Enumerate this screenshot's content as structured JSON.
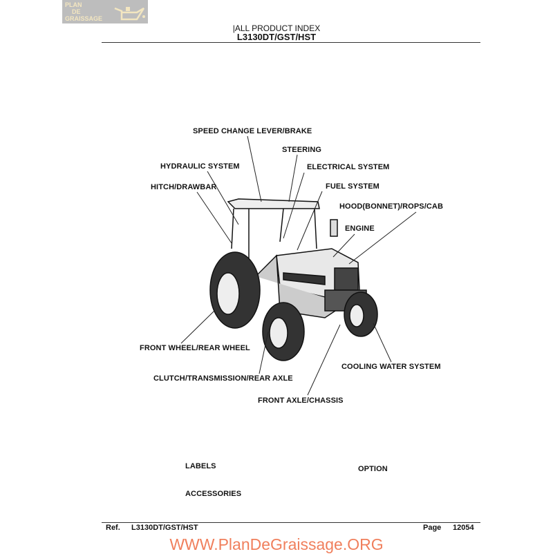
{
  "logo": {
    "line1": "PLAN",
    "line2": "DE",
    "line3": "GRAISSAGE"
  },
  "header": {
    "title": "|ALL PRODUCT INDEX",
    "model": "L3130DT/GST/HST"
  },
  "diagram": {
    "labels": {
      "speed_change": "SPEED CHANGE LEVER/BRAKE",
      "steering": "STEERING",
      "hydraulic": "HYDRAULIC SYSTEM",
      "electrical": "ELECTRICAL SYSTEM",
      "hitch": "HITCH/DRAWBAR",
      "fuel": "FUEL SYSTEM",
      "hood": "HOOD(BONNET)/ROPS/CAB",
      "engine": "ENGINE",
      "wheel": "FRONT WHEEL/REAR WHEEL",
      "cooling": "COOLING WATER SYSTEM",
      "clutch": "CLUTCH/TRANSMISSION/REAR AXLE",
      "axle": "FRONT AXLE/CHASSIS"
    }
  },
  "sections": {
    "labels": "LABELS",
    "option": "OPTION",
    "accessories": "ACCESSORIES"
  },
  "footer": {
    "ref_label": "Ref.",
    "ref_value": "L3130DT/GST/HST",
    "page_label": "Page",
    "page_value": "12054"
  },
  "watermark": "WWW.PlanDeGraissage.ORG"
}
